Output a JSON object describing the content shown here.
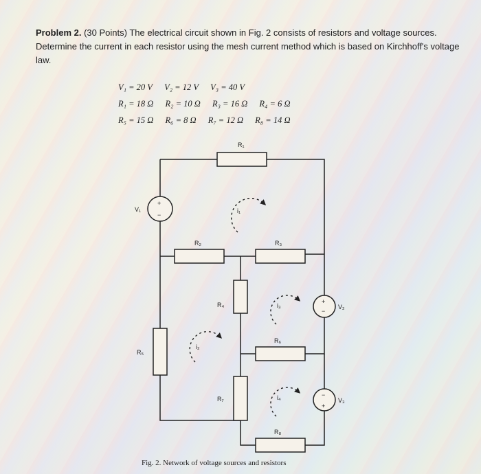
{
  "problem": {
    "heading": "Problem 2.",
    "points": "(30 Points)",
    "text": "The electrical circuit shown in Fig. 2 consists of resistors and voltage sources. Determine the current in each resistor using the mesh current method which is based on Kirchhoff's voltage law."
  },
  "params": {
    "row1": [
      "V₁ = 20 V",
      "V₂ = 12 V",
      "V₃ = 40 V"
    ],
    "row2": [
      "R₁ = 18 Ω",
      "R₂ = 10 Ω",
      "R₃ = 16 Ω",
      "R₄ = 6 Ω"
    ],
    "row3": [
      "R₅ = 15 Ω",
      "R₆ = 8 Ω",
      "R₇ = 12 Ω",
      "R₈ = 14 Ω"
    ]
  },
  "circuit": {
    "labels": {
      "R1": "R₁",
      "R2": "R₂",
      "R3": "R₃",
      "R4": "R₄",
      "R5": "R₅",
      "R6": "R₆",
      "R7": "R₇",
      "R8": "R₈",
      "V1": "V₁",
      "V2": "V₂",
      "V3": "V₃",
      "i1": "i₁",
      "i2": "i₂",
      "i3": "i₃",
      "i4": "i₄",
      "plus": "+",
      "minus": "−"
    }
  },
  "caption": "Fig. 2. Network of voltage sources and resistors"
}
